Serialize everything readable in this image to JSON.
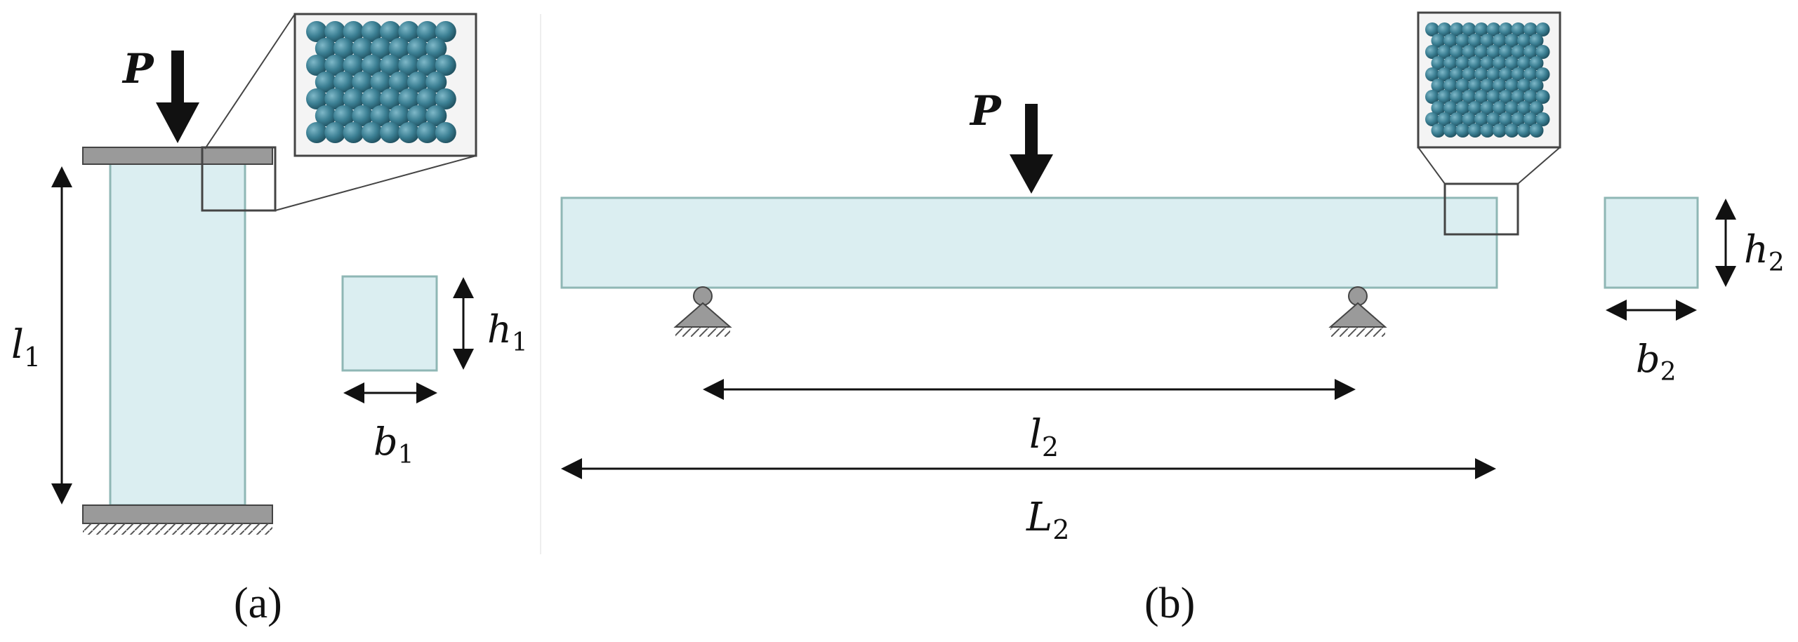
{
  "colors": {
    "specimen_fill": "#dbeef1",
    "specimen_stroke": "#8fb7b5",
    "plate_fill": "#9a9a9a",
    "plate_stroke": "#444444",
    "particle": "#3b7f93",
    "ink": "#111111"
  },
  "panel_a": {
    "load_label": "P",
    "length_label": {
      "base": "l",
      "sub": "1"
    },
    "height_label": {
      "base": "h",
      "sub": "1"
    },
    "width_label": {
      "base": "b",
      "sub": "1"
    },
    "caption": "(a)"
  },
  "panel_b": {
    "load_label": "P",
    "span_label": {
      "base": "l",
      "sub": "2"
    },
    "total_length_label": {
      "base": "L",
      "sub": "2"
    },
    "height_label": {
      "base": "h",
      "sub": "2"
    },
    "width_label": {
      "base": "b",
      "sub": "2"
    },
    "caption": "(b)"
  }
}
